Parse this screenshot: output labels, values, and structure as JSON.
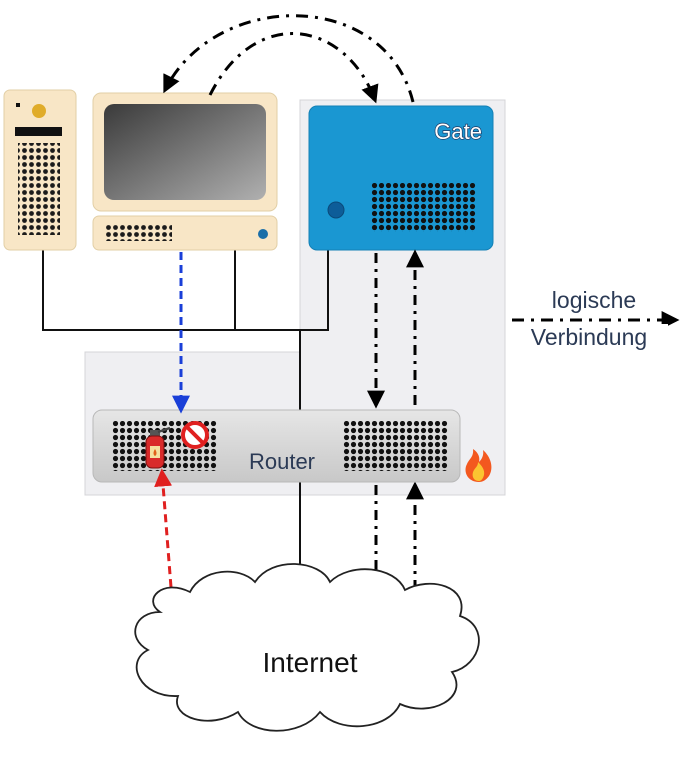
{
  "gate": {
    "label": "Gate"
  },
  "router": {
    "label": "Router"
  },
  "internet": {
    "label": "Internet"
  },
  "legend": {
    "line1": "logische",
    "line2": "Verbindung"
  },
  "colors": {
    "gate_blue": "#1a97d2",
    "device_beige": "#f8e6c6",
    "router_gray": "#d6d6d6",
    "dmz_panel": "#efeff2",
    "blue_arrow": "#1a3fd8",
    "red_arrow": "#e02020",
    "text_dark": "#2b3a55"
  },
  "icons": {
    "firewall_block": "no-entry-icon",
    "extinguisher": "fire-extinguisher-icon",
    "fire": "fire-icon"
  }
}
